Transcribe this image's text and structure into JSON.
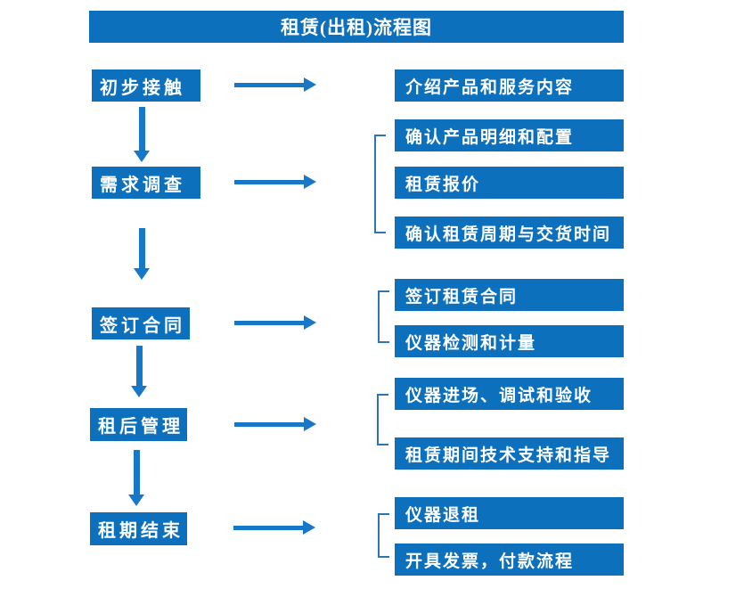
{
  "title": "租赁(出租)流程图",
  "colors": {
    "box_fill": "#0d70bd",
    "arrow_fill": "#1778c9",
    "bracket_stroke": "#2e75b6",
    "text": "#ffffff",
    "background": "#ffffff"
  },
  "stages": [
    {
      "label": "初步接触",
      "details": [
        "介绍产品和服务内容"
      ]
    },
    {
      "label": "需求调查",
      "details": [
        "确认产品明细和配置",
        "租赁报价",
        "确认租赁周期与交货时间"
      ]
    },
    {
      "label": "签订合同",
      "details": [
        "签订租赁合同",
        "仪器检测和计量"
      ]
    },
    {
      "label": "租后管理",
      "details": [
        "仪器进场、调试和验收",
        "租赁期间技术支持和指导"
      ]
    },
    {
      "label": "租期结束",
      "details": [
        "仪器退租",
        "开具发票，付款流程"
      ]
    }
  ]
}
